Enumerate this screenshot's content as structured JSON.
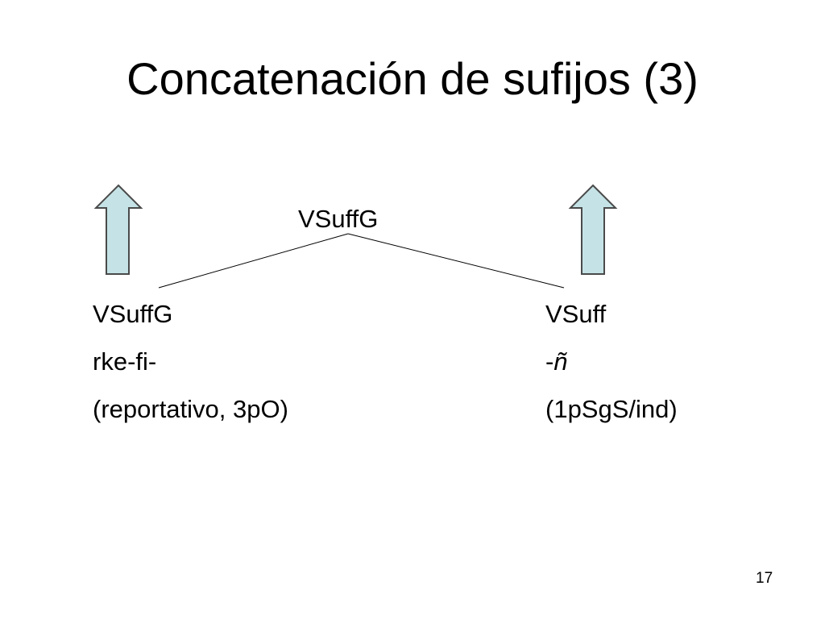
{
  "slide": {
    "title": "Concatenación de sufijos (3)",
    "page_number": "17"
  },
  "tree": {
    "root": "VSuffG",
    "left": {
      "category": "VSuffG",
      "form": "rke-fi-",
      "gloss": "(reportativo, 3pO)"
    },
    "right": {
      "category": "VSuff",
      "form_prefix": "-",
      "form_italic": "ñ",
      "gloss": "(1pSgS/ind)"
    }
  },
  "colors": {
    "arrow_fill": "#c5e3e6",
    "arrow_stroke": "#4a4a4a",
    "line": "#000000"
  },
  "icons": [
    "up-arrow-icon",
    "up-arrow-icon"
  ]
}
